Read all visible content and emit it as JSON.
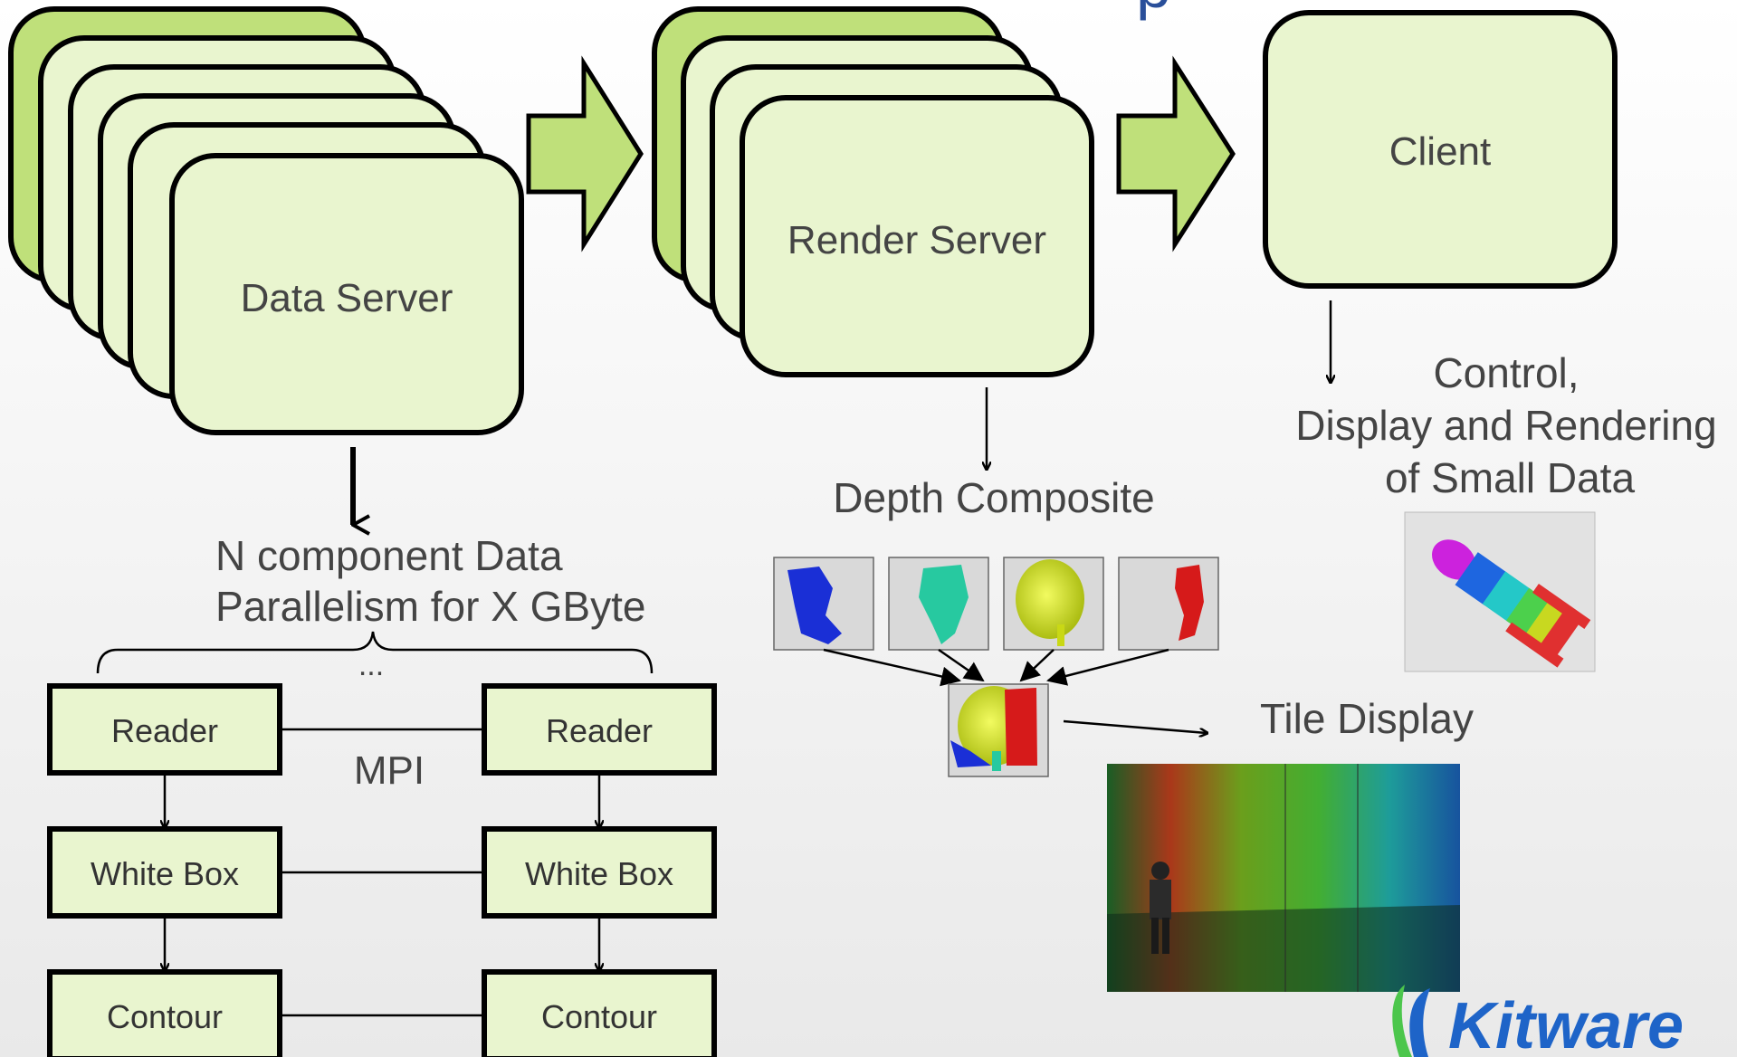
{
  "title_fragment": "p",
  "data_server": {
    "label": "Data Server"
  },
  "render_server": {
    "label": "Render Server"
  },
  "client": {
    "label": "Client"
  },
  "data_parallel": {
    "line1": "N component Data",
    "line2": "Parallelism for X GByte"
  },
  "ellipsis": "...",
  "mpi_label": "MPI",
  "pipeline_left": [
    "Reader",
    "White Box",
    "Contour"
  ],
  "pipeline_right": [
    "Reader",
    "White Box",
    "Contour"
  ],
  "depth_composite": {
    "label": "Depth Composite"
  },
  "client_note": {
    "line1": "Control,",
    "line2": "Display and Rendering",
    "line3": "of Small Data"
  },
  "tile_display": {
    "label": "Tile Display"
  },
  "logo": {
    "text": "Kitware"
  },
  "colors": {
    "server_fill": "#e9f5cf",
    "server_back": "#bfe07a",
    "logo_blue": "#1e64c8",
    "thumb_colors": [
      "#1a2fd6",
      "#27c9a0",
      "#d6e51a",
      "#d61a1a"
    ]
  }
}
